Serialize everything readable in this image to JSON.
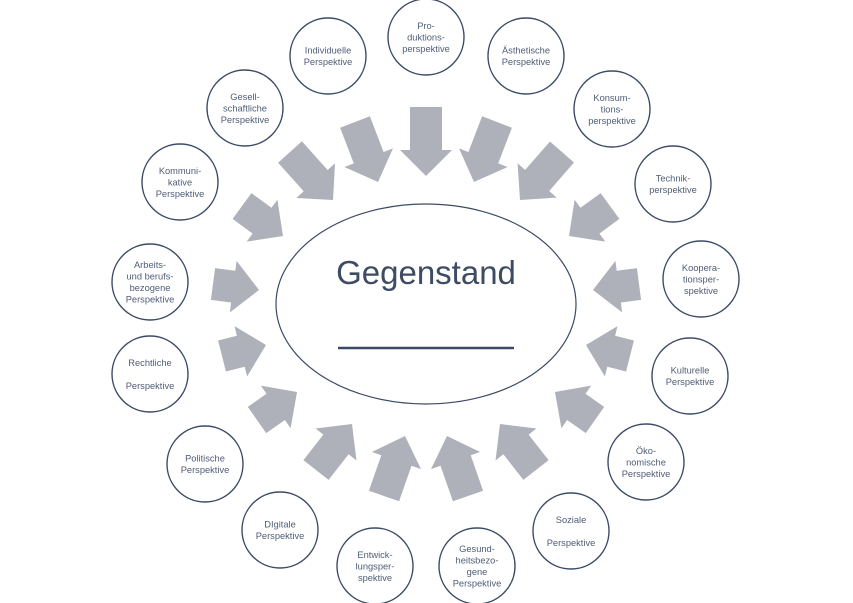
{
  "center": {
    "title": "Gegenstand",
    "blank": "______________"
  },
  "colors": {
    "outline": "#3b4b66",
    "text": "#4f5d75",
    "arrow": "#aeb1b9",
    "background": "#ffffff"
  },
  "perspectives": [
    {
      "id": "individuelle",
      "lines": [
        "Individuelle",
        "Perspektive"
      ]
    },
    {
      "id": "produktion",
      "lines": [
        "Pro-",
        "duktions-",
        "perspektive"
      ]
    },
    {
      "id": "aesthetische",
      "lines": [
        "Ästhetische",
        "Perspektive"
      ]
    },
    {
      "id": "konsumtion",
      "lines": [
        "Konsum-",
        "tions-",
        "perspektive"
      ]
    },
    {
      "id": "technik",
      "lines": [
        "Technik-",
        "perspektive"
      ]
    },
    {
      "id": "kooperation",
      "lines": [
        "Koopera-",
        "tionsper-",
        "spektive"
      ]
    },
    {
      "id": "kulturelle",
      "lines": [
        "Kulturelle",
        "Perspektive"
      ]
    },
    {
      "id": "oekonomische",
      "lines": [
        "Öko-",
        "nomische",
        "Perspektive"
      ]
    },
    {
      "id": "soziale",
      "lines": [
        "Soziale",
        "",
        "Perspektive"
      ]
    },
    {
      "id": "gesundheit",
      "lines": [
        "Gesund-",
        "heitsbezo-",
        "gene",
        "Perspektive"
      ]
    },
    {
      "id": "entwicklung",
      "lines": [
        "Entwick-",
        "lungsper-",
        "spektive"
      ]
    },
    {
      "id": "digitale",
      "lines": [
        "DIgitale",
        "Perspektive"
      ]
    },
    {
      "id": "politische",
      "lines": [
        "Politische",
        "Perspektive"
      ]
    },
    {
      "id": "rechtliche",
      "lines": [
        "Rechtliche",
        "",
        "Perspektive"
      ]
    },
    {
      "id": "arbeit",
      "lines": [
        "Arbeits-",
        "und berufs-",
        "bezogene",
        "Perspektive"
      ]
    },
    {
      "id": "kommunikative",
      "lines": [
        "Kommuni-",
        "kative",
        "Perspektive"
      ]
    },
    {
      "id": "gesellschaftliche",
      "lines": [
        "Gesell-",
        "schaftliche",
        "Perspektive"
      ]
    }
  ]
}
